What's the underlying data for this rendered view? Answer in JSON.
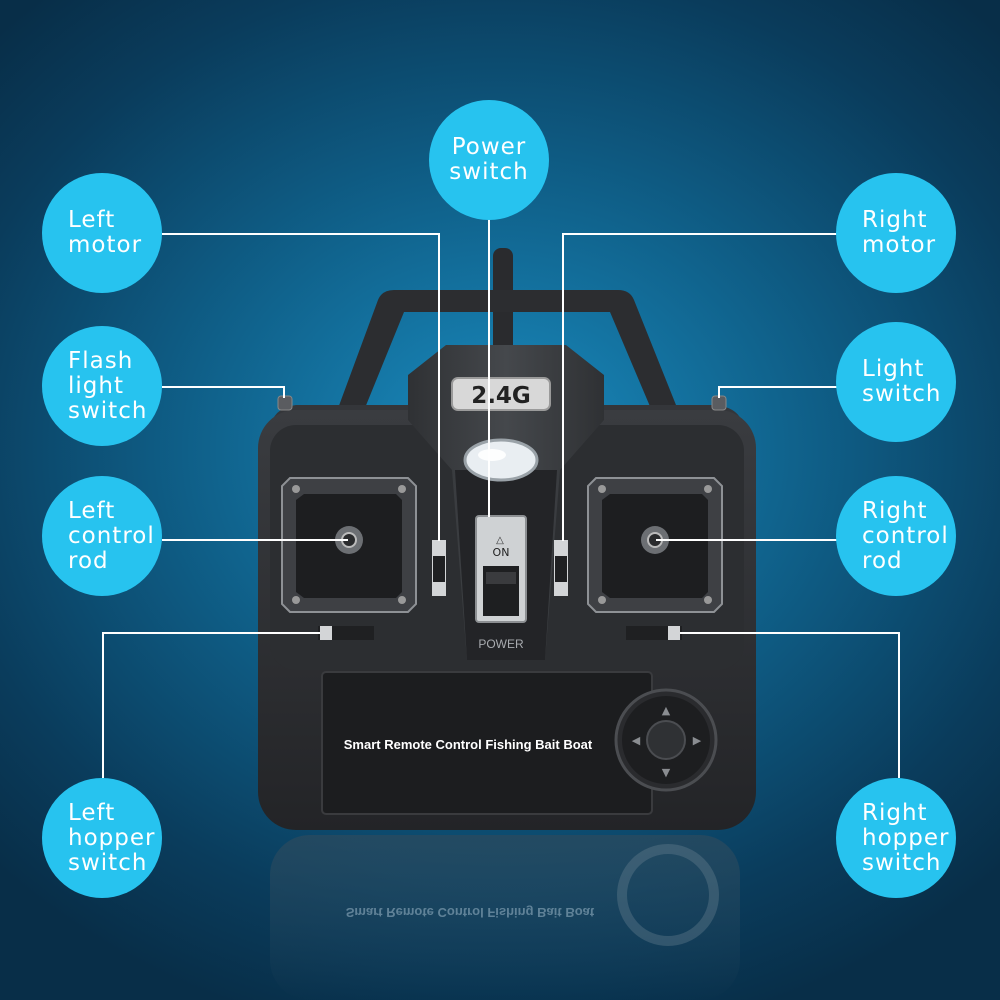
{
  "callouts": {
    "power_switch": [
      "Power",
      "switch"
    ],
    "left_motor": [
      "Left",
      "motor"
    ],
    "right_motor": [
      "Right",
      "motor"
    ],
    "flash_light_switch": [
      "Flash",
      "light",
      "switch"
    ],
    "light_switch": [
      "Light",
      "switch"
    ],
    "left_control_rod": [
      "Left",
      "control",
      "rod"
    ],
    "right_control_rod": [
      "Right",
      "control",
      "rod"
    ],
    "left_hopper_switch": [
      "Left",
      "hopper",
      "switch"
    ],
    "right_hopper_switch": [
      "Right",
      "hopper",
      "switch"
    ]
  },
  "device": {
    "badge": "2.4G",
    "switch_on_label": "ON",
    "power_label": "POWER",
    "panel_text": "Smart Remote Control Fishing Bait Boat",
    "reflection_text": "Smart Remote Control Fishing Bait Boat"
  },
  "colors": {
    "callout": "#27c3ef",
    "leader_line": "#ffffff",
    "body": "#2e3033"
  }
}
